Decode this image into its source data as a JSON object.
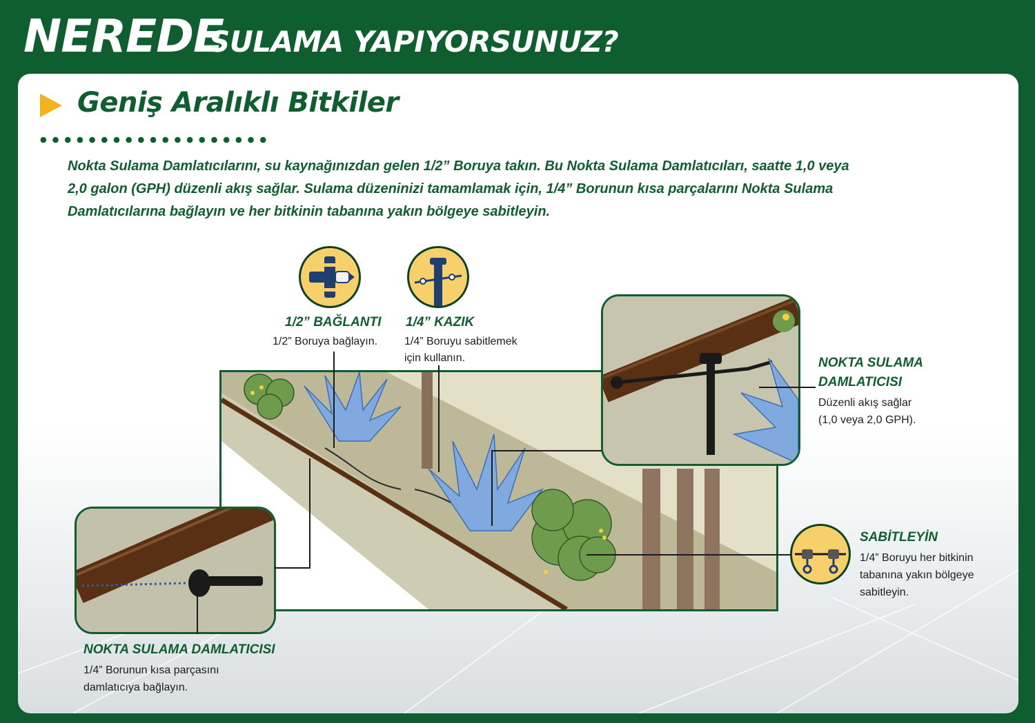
{
  "header": {
    "title_big": "NEREDE",
    "title_small": "SULAMA YAPIYORSUNUZ?"
  },
  "section": {
    "title": "Geniş Aralıklı Bitkiler",
    "intro": "Nokta Sulama Damlatıcılarını, su kaynağınızdan gelen 1/2” Boruya takın. Bu Nokta Sulama Damlatıcıları, saatte 1,0 veya 2,0 galon (GPH) düzenli akış sağlar. Sulama düzeninizi tamamlamak için, 1/4” Borunun kısa parçalarını Nokta Sulama Damlatıcılarına bağlayın ve her bitkinin tabanına yakın bölgeye sabitleyin."
  },
  "labels": {
    "connector": {
      "title": "1/2” BAĞLANTI",
      "text": "1/2” Boruya bağlayın.",
      "icon": "connector-icon"
    },
    "stake": {
      "title": "1/4” KAZIK",
      "text_line1": "1/4” Boruyu sabitlemek",
      "text_line2": "için kullanın.",
      "icon": "stake-icon"
    },
    "emitter_right": {
      "title_line1": "NOKTA SULAMA",
      "title_line2": "DAMLATICISI",
      "text_line1": "Düzenli akış sağlar",
      "text_line2": "(1,0 veya 2,0 GPH)."
    },
    "secure": {
      "title": "SABİTLEYİN",
      "text_line1": "1/4” Boruyu her bitkinin",
      "text_line2": "tabanına yakın bölgeye",
      "text_line3": "sabitleyin.",
      "icon": "stake-clip-icon"
    },
    "emitter_left": {
      "title": "NOKTA SULAMA DAMLATICISI",
      "text_line1": "1/4” Borunun kısa parçasını",
      "text_line2": "damlatıcıya bağlayın."
    }
  },
  "colors": {
    "brand_green": "#0f5e2f",
    "accent_yellow": "#f2b31e",
    "icon_fill": "#f7d06c",
    "icon_blue": "#1f3f6e",
    "tube_brown": "#5a3014"
  }
}
